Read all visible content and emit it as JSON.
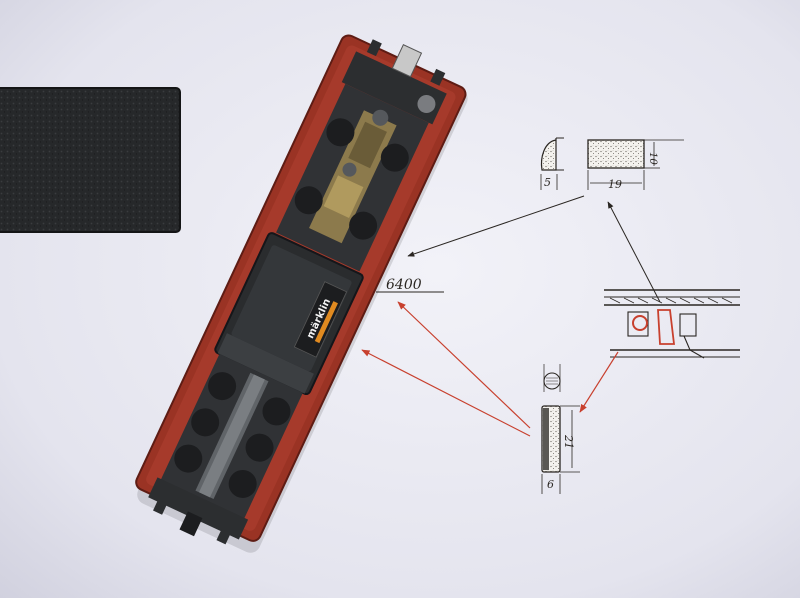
{
  "scene": {
    "background_color": "#e9e9f1",
    "foam_color": "#26282a",
    "loco_body_color": "#9a3324",
    "loco_chassis_color": "#2c2e30",
    "ink_color": "#2a2622",
    "marker_red": "#c8402e"
  },
  "locomotive": {
    "brand_badge": "märklin",
    "model_number": "6400"
  },
  "sketch": {
    "profile_dim": "5",
    "pad_width_dim": "19",
    "pad_height_dim": "10",
    "roll_height_dim": "21",
    "roll_width_dim": "6"
  }
}
